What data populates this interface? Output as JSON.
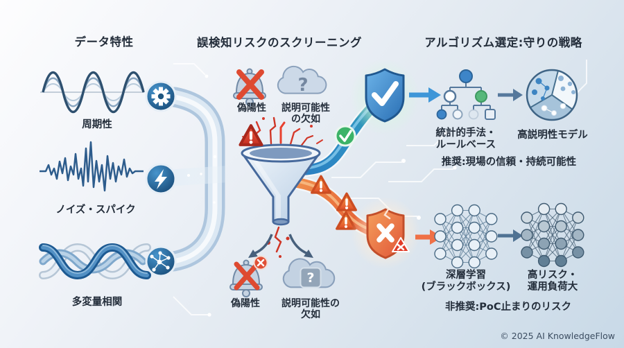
{
  "meta": {
    "copyright": "© 2025 AI KnowledgeFlow"
  },
  "colors": {
    "accent_blue": "#2f87c9",
    "accent_orange": "#ee7a3c",
    "safe_green": "#3cb368",
    "alert_red": "#d93a2b",
    "ink": "#232d3a"
  },
  "left": {
    "heading": "データ特性",
    "items": [
      {
        "label": "周期性",
        "icon": "gear-icon"
      },
      {
        "label": "ノイズ・スパイク",
        "icon": "lightning-icon"
      },
      {
        "label": "多変量相関",
        "icon": "network-icon"
      }
    ]
  },
  "center": {
    "heading": "誤検知リスクのスクリーニング",
    "top": {
      "false_positive": "偽陽性",
      "explainability_line1": "説明可能性",
      "explainability_line2": "の欠如"
    },
    "bottom": {
      "false_positive": "偽陽性",
      "explainability_line1": "説明可能性の",
      "explainability_line2": "欠如"
    }
  },
  "right": {
    "heading": "アルゴリズム選定:守りの戦略",
    "safe_branch": {
      "method_line1": "統計的手法・",
      "method_line2": "ルールベース",
      "outcome": "高説明性モデル",
      "note": "推奨:現場の信頼・持続可能性"
    },
    "risk_branch": {
      "method_line1": "深層学習",
      "method_line2": "(ブラックボックス)",
      "outcome_line1": "高リスク・",
      "outcome_line2": "運用負荷大",
      "note": "非推奨:PoC止まりのリスク"
    }
  }
}
